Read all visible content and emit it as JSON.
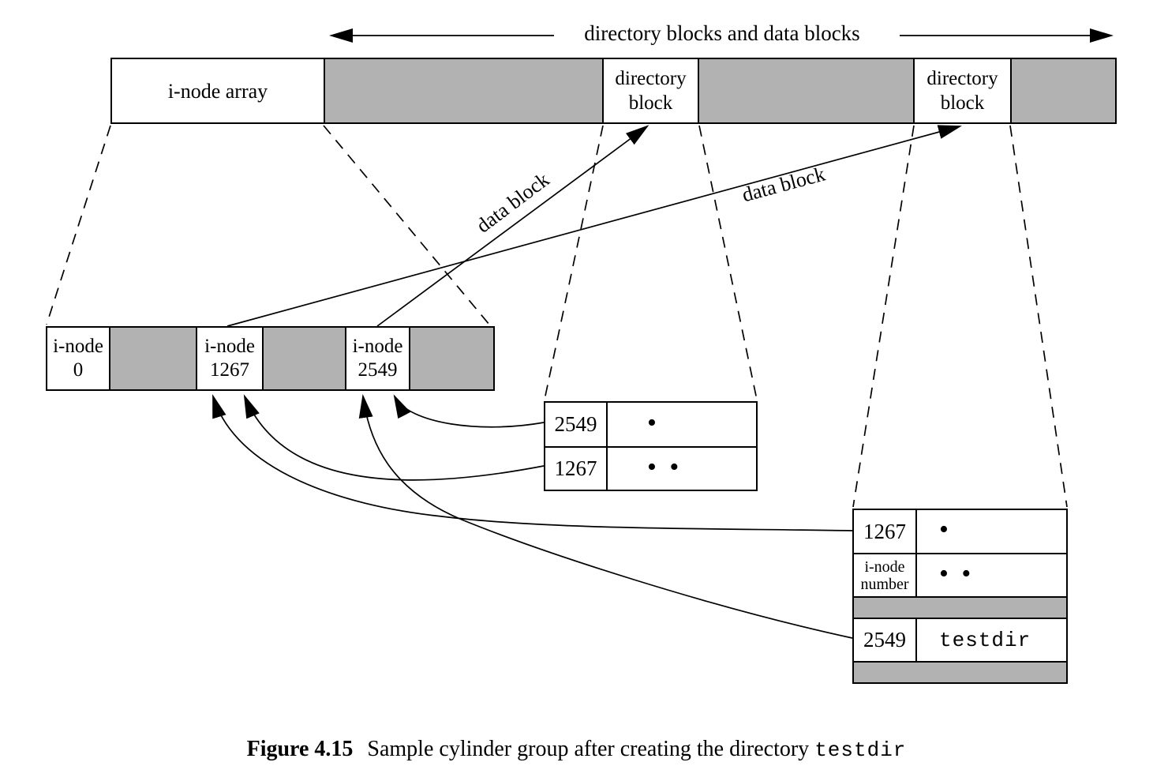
{
  "colors": {
    "gray": "#b2b2b2",
    "line": "#000000"
  },
  "header": {
    "title": "directory blocks and data blocks"
  },
  "top_bar": {
    "cells": [
      {
        "label": "i-node array",
        "type": "white"
      },
      {
        "label": "",
        "type": "gray"
      },
      {
        "line1": "directory",
        "line2": "block",
        "type": "white"
      },
      {
        "label": "",
        "type": "gray"
      },
      {
        "line1": "directory",
        "line2": "block",
        "type": "white"
      },
      {
        "label": "",
        "type": "gray"
      }
    ]
  },
  "inode_row": {
    "cells": [
      {
        "line1": "i-node",
        "line2": "0",
        "type": "white"
      },
      {
        "type": "gray"
      },
      {
        "line1": "i-node",
        "line2": "1267",
        "type": "white"
      },
      {
        "type": "gray"
      },
      {
        "line1": "i-node",
        "line2": "2549",
        "type": "white"
      },
      {
        "type": "gray"
      }
    ]
  },
  "arrow_labels": {
    "data_block_left": "data block",
    "data_block_right": "data block"
  },
  "middle_table": {
    "rows": [
      {
        "inode": "2549",
        "entry": "•"
      },
      {
        "inode": "1267",
        "entry": "• •"
      }
    ]
  },
  "right_table": {
    "rows": [
      {
        "inode": "1267",
        "entry": "•"
      },
      {
        "inode_line1": "i-node",
        "inode_line2": "number",
        "entry": "• •"
      },
      {
        "inode": "2549",
        "entry": "testdir"
      }
    ]
  },
  "caption": {
    "figure_label": "Figure 4.15",
    "text": "Sample cylinder group after creating the directory",
    "code": "testdir"
  }
}
